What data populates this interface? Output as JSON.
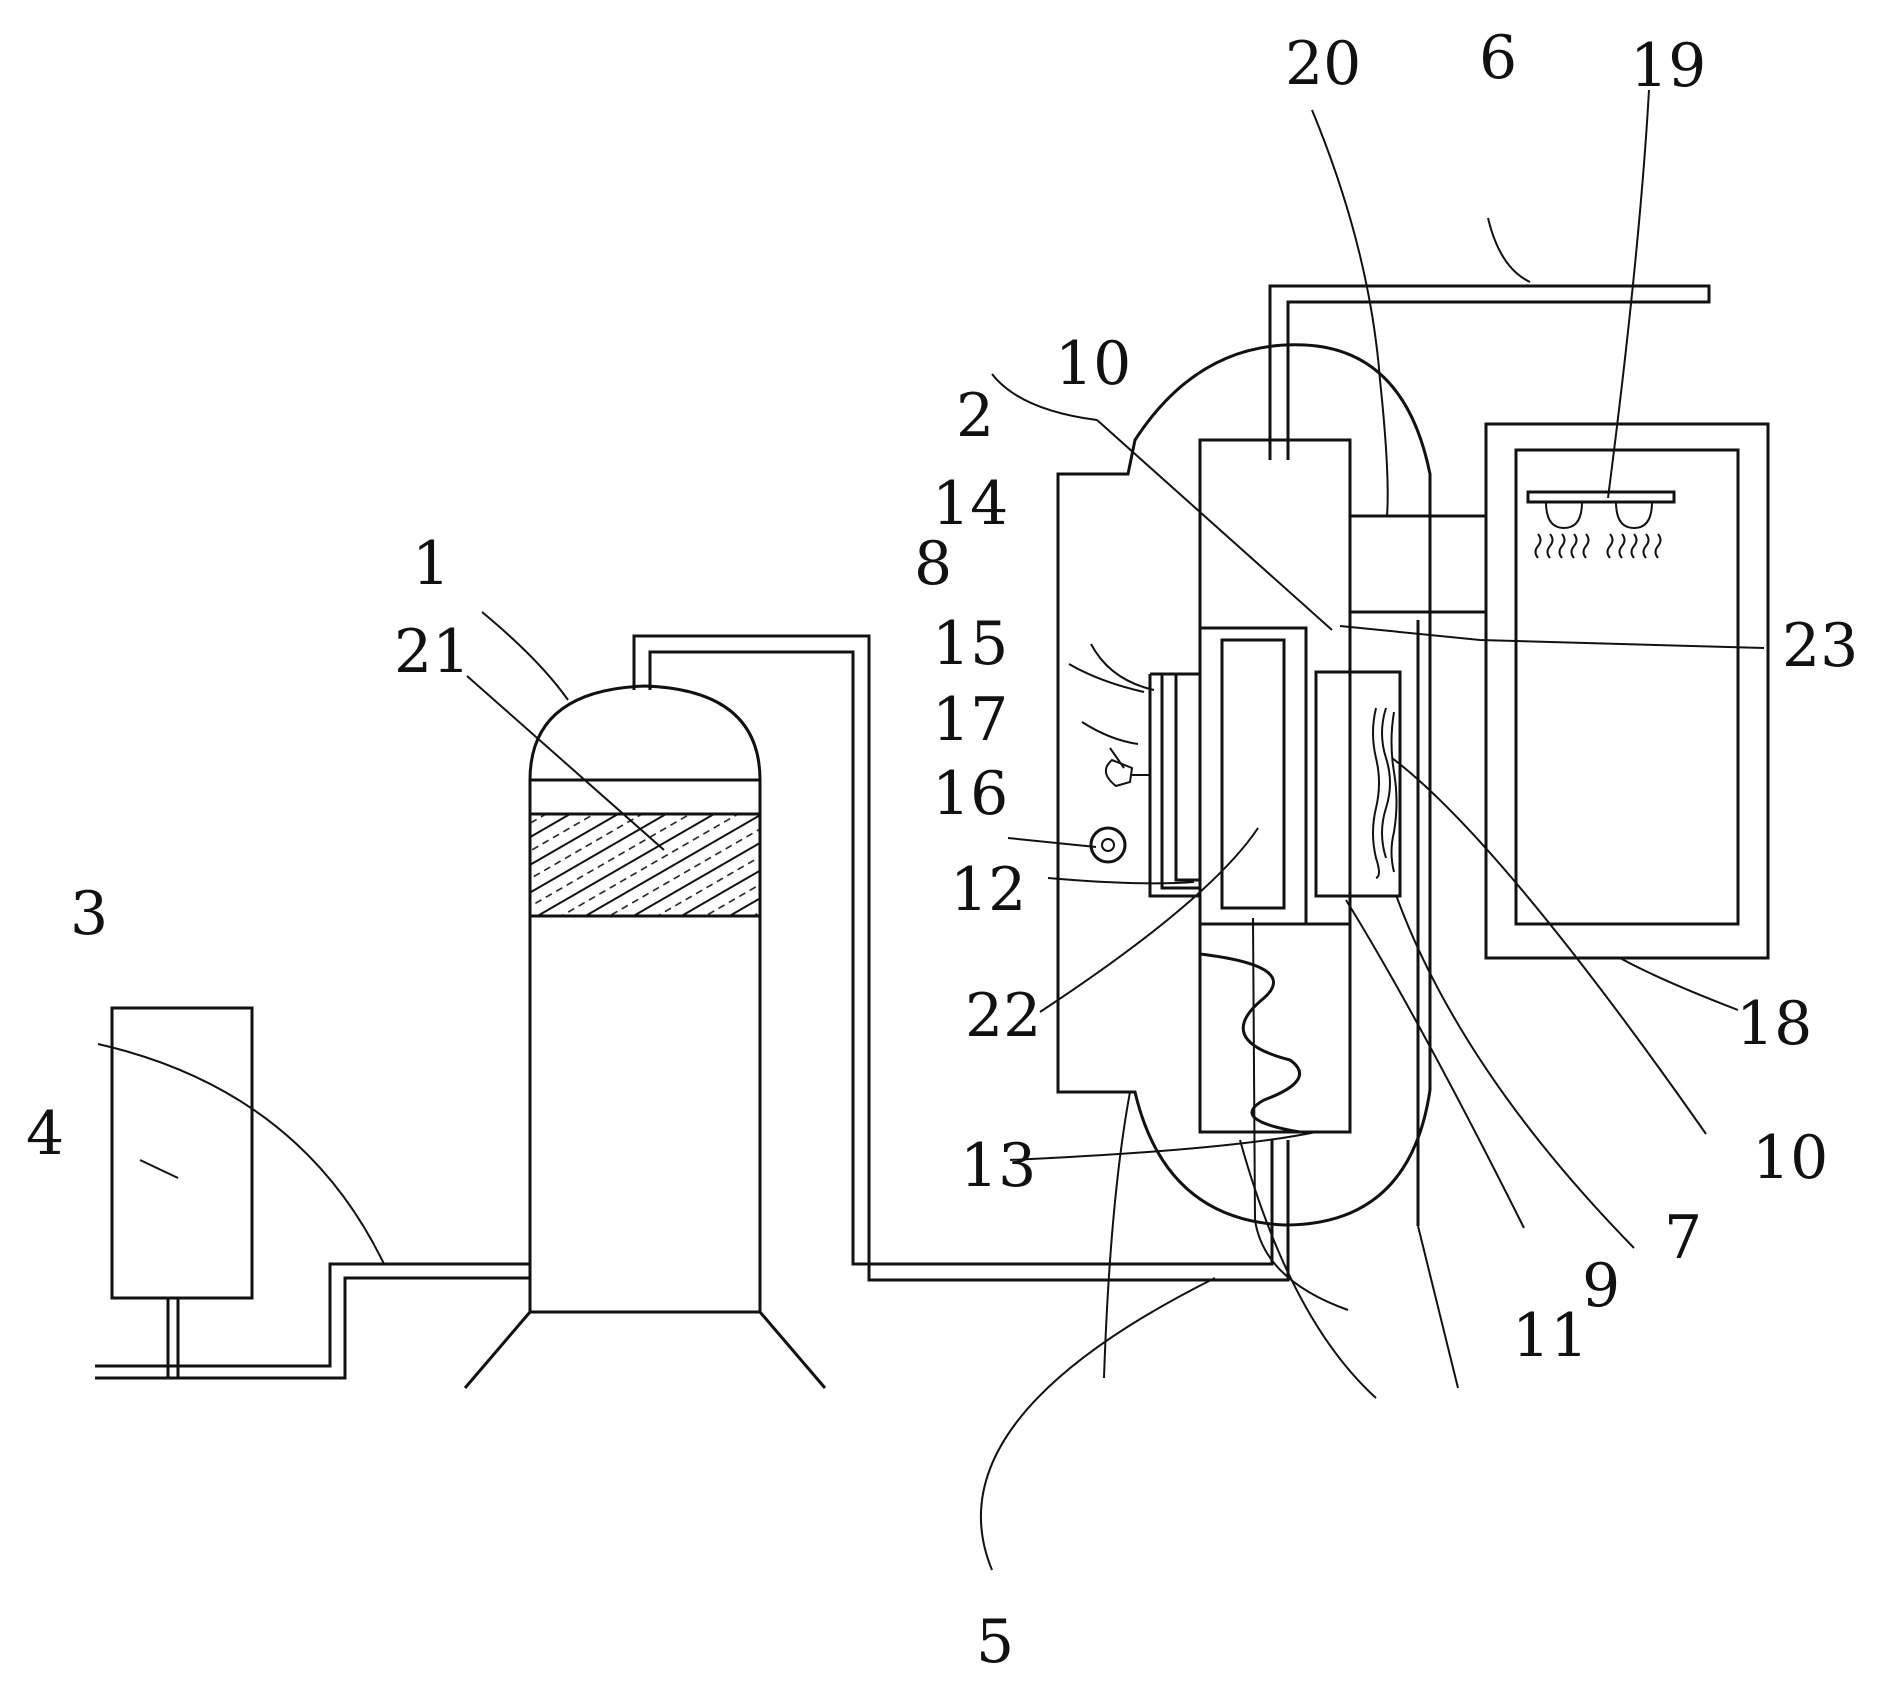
{
  "colors": {
    "line": "#111111",
    "background": "#ffffff"
  },
  "labels": {
    "l1": "1",
    "l2": "2",
    "l3": "3",
    "l4": "4",
    "l5": "5",
    "l6": "6",
    "l7": "7",
    "l8": "8",
    "l9": "9",
    "l10a": "10",
    "l10b": "10",
    "l11": "11",
    "l12": "12",
    "l13": "13",
    "l14": "14",
    "l15": "15",
    "l16": "16",
    "l17": "17",
    "l18": "18",
    "l19": "19",
    "l20": "20",
    "l21": "21",
    "l22": "22",
    "l23": "23"
  }
}
